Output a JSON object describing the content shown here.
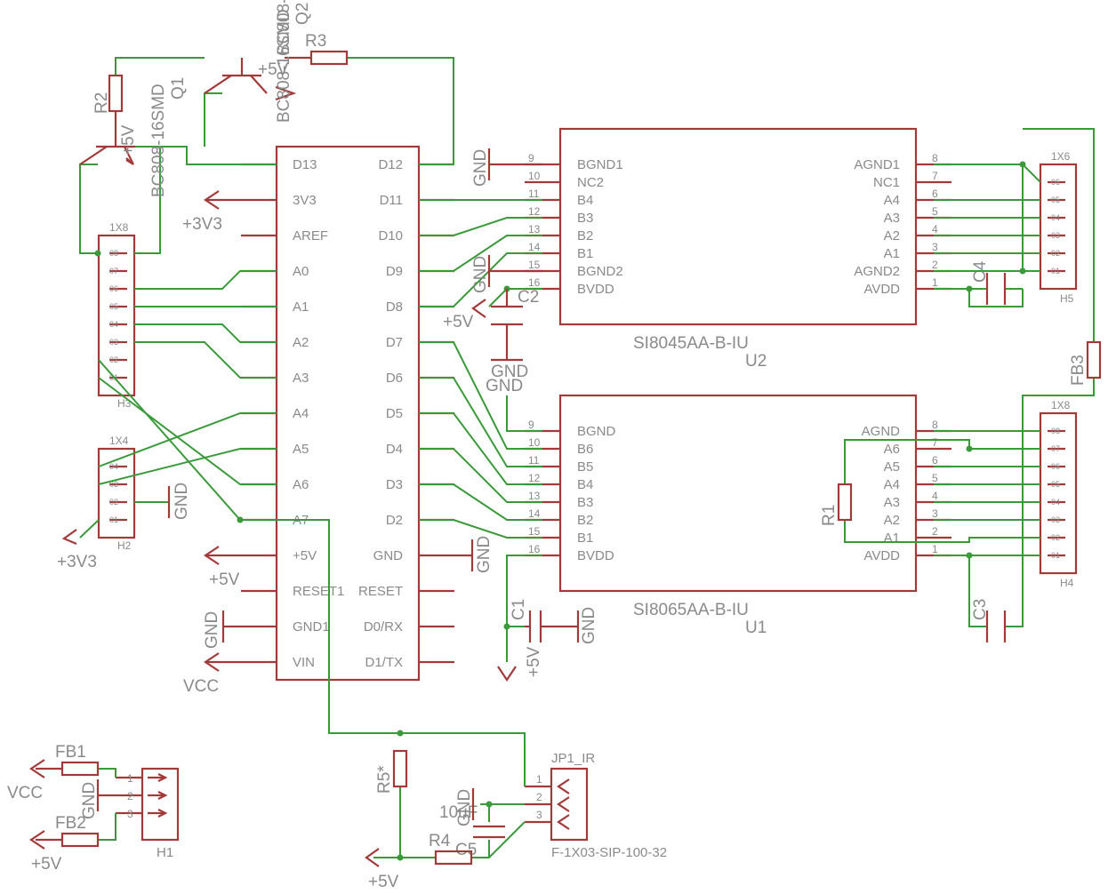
{
  "arduino": {
    "left_pins": [
      "D13",
      "3V3",
      "AREF",
      "A0",
      "A1",
      "A2",
      "A3",
      "A4",
      "A5",
      "A6",
      "A7",
      "+5V",
      "RESET1",
      "GND1",
      "VIN"
    ],
    "right_pins": [
      "D12",
      "D11",
      "D10",
      "D9",
      "D8",
      "D7",
      "D6",
      "D5",
      "D4",
      "D3",
      "D2",
      "GND",
      "RESET",
      "D0/RX",
      "D1/TX"
    ]
  },
  "u2": {
    "name": "U2",
    "value": "SI8045AA-B-IU",
    "left_nums": [
      "9",
      "10",
      "11",
      "12",
      "13",
      "14",
      "15",
      "16"
    ],
    "left_pins": [
      "BGND1",
      "NC2",
      "B4",
      "B3",
      "B2",
      "B1",
      "BGND2",
      "BVDD"
    ],
    "right_nums": [
      "8",
      "7",
      "6",
      "5",
      "4",
      "3",
      "2",
      "1"
    ],
    "right_pins": [
      "AGND1",
      "NC1",
      "A4",
      "A3",
      "A2",
      "A1",
      "AGND2",
      "AVDD"
    ]
  },
  "u1": {
    "name": "U1",
    "value": "SI8065AA-B-IU",
    "left_nums": [
      "9",
      "10",
      "11",
      "12",
      "13",
      "14",
      "15",
      "16"
    ],
    "left_pins": [
      "BGND",
      "B6",
      "B5",
      "B4",
      "B3",
      "B2",
      "B1",
      "BVDD"
    ],
    "right_nums": [
      "8",
      "7",
      "6",
      "5",
      "4",
      "3",
      "2",
      "1"
    ],
    "right_pins": [
      "AGND",
      "A6",
      "A5",
      "A4",
      "A3",
      "A2",
      "A1",
      "AVDD"
    ]
  },
  "h3": {
    "name": "H3",
    "value": "1X8",
    "pins": [
      "08",
      "07",
      "06",
      "05",
      "04",
      "03",
      "02",
      "01"
    ]
  },
  "h2": {
    "name": "H2",
    "value": "1X4",
    "pins": [
      "04",
      "03",
      "02",
      "01"
    ]
  },
  "h5": {
    "name": "H5",
    "value": "1X6",
    "pins": [
      "06",
      "05",
      "04",
      "03",
      "02",
      "01"
    ]
  },
  "h4": {
    "name": "H4",
    "value": "1X8",
    "pins": [
      "08",
      "07",
      "06",
      "05",
      "04",
      "03",
      "02",
      "01"
    ]
  },
  "h1": {
    "name": "H1",
    "pins": [
      "1",
      "2",
      "3"
    ]
  },
  "jp1": {
    "name": "JP1_IR",
    "value": "F-1X03-SIP-100-32",
    "pins": [
      "1",
      "2",
      "3"
    ]
  },
  "parts": {
    "r1": "R1",
    "r2": "R2",
    "r3": "R3",
    "r4": "R4",
    "r5": "R5*",
    "c1": "C1",
    "c2": "C2",
    "c3": "C3",
    "c4": "C4",
    "c5": "C5",
    "c5_val": "10uF",
    "fb1": "FB1",
    "fb2": "FB2",
    "fb3": "FB3",
    "q1": "Q1",
    "q1_val": "BC808-16SMD",
    "q2": "Q2",
    "q2_val": "BC808-16SMD"
  },
  "nets": {
    "gnd": "GND",
    "p5v": "+5V",
    "p3v3": "+3V3",
    "vcc": "VCC"
  }
}
